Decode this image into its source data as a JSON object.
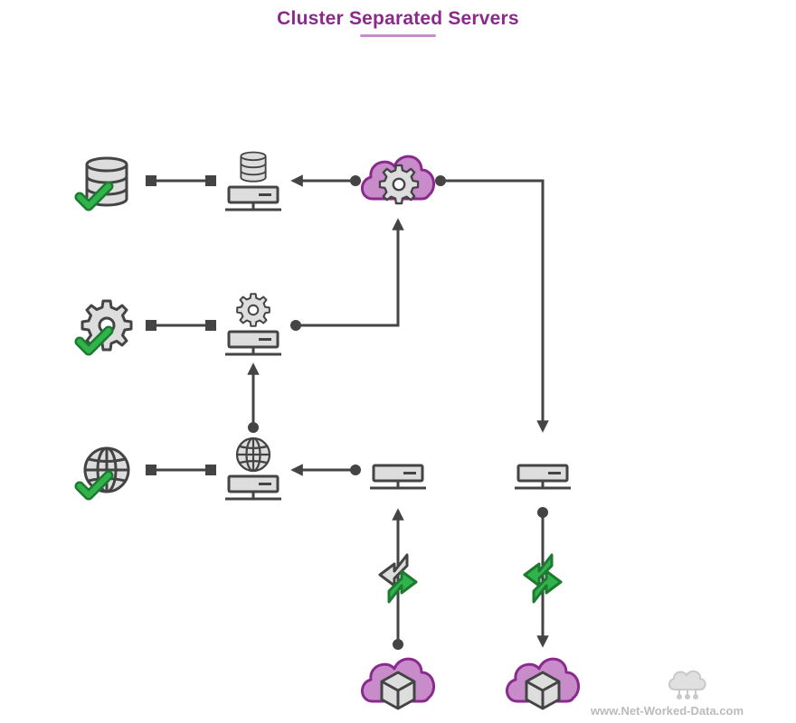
{
  "title": "Cluster Separated Servers",
  "watermark": "www.Net-Worked-Data.com",
  "colors": {
    "title": "#8a2a8c",
    "stroke": "#444444",
    "fill_light": "#dddddd",
    "cloud_fill": "#c98ccb",
    "cloud_stroke": "#8a2a8c",
    "check": "#2fb34a",
    "check_dark": "#1d7a30"
  },
  "nodes": [
    {
      "id": "database-service",
      "icon": "database-icon",
      "status": "check-icon"
    },
    {
      "id": "database-server",
      "icon": "server-database-icon"
    },
    {
      "id": "cloud-gear",
      "icon": "cloud-gear-icon"
    },
    {
      "id": "app-service",
      "icon": "gear-icon",
      "status": "check-icon"
    },
    {
      "id": "app-server",
      "icon": "server-gear-icon"
    },
    {
      "id": "web-service",
      "icon": "globe-icon",
      "status": "check-icon"
    },
    {
      "id": "web-server",
      "icon": "server-globe-icon"
    },
    {
      "id": "server-a",
      "icon": "server-icon"
    },
    {
      "id": "server-b",
      "icon": "server-icon"
    },
    {
      "id": "sync-a",
      "icon": "sync-arrows-icon",
      "state": "partial"
    },
    {
      "id": "sync-b",
      "icon": "sync-arrows-icon",
      "state": "ok"
    },
    {
      "id": "cloud-box-a",
      "icon": "cloud-box-icon"
    },
    {
      "id": "cloud-box-b",
      "icon": "cloud-box-icon"
    }
  ],
  "edges": [
    {
      "from": "database-service",
      "to": "database-server",
      "style": "square-square"
    },
    {
      "from": "cloud-gear",
      "to": "database-server",
      "style": "dot-arrow"
    },
    {
      "from": "cloud-gear",
      "to": "server-b",
      "style": "dot-arrow"
    },
    {
      "from": "app-service",
      "to": "app-server",
      "style": "square-square"
    },
    {
      "from": "app-server",
      "to": "cloud-gear",
      "style": "dot-arrow"
    },
    {
      "from": "web-service",
      "to": "web-server",
      "style": "square-square"
    },
    {
      "from": "web-server",
      "to": "app-server",
      "style": "dot-arrow"
    },
    {
      "from": "server-a",
      "to": "web-server",
      "style": "dot-arrow"
    },
    {
      "from": "cloud-box-a",
      "to": "server-a",
      "style": "dot-arrow"
    },
    {
      "from": "server-b",
      "to": "cloud-box-b",
      "style": "dot-arrow"
    }
  ]
}
